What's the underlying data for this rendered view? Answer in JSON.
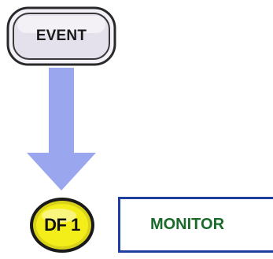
{
  "event_key": {
    "label": "EVENT"
  },
  "df1_key": {
    "label": "DF 1"
  },
  "monitor_box": {
    "label": "MONITOR"
  },
  "colors": {
    "arrow": "#9aa7ee",
    "event_fill": "#e4e1ec",
    "df1_fill": "#f3ee1a",
    "monitor_border": "#1f3fa0",
    "monitor_text": "#1a6b2a"
  }
}
